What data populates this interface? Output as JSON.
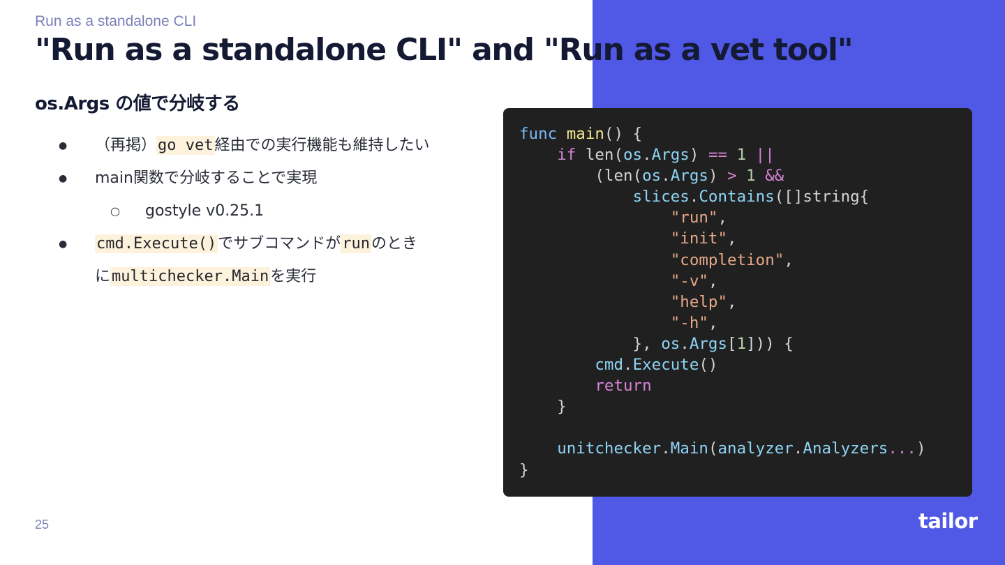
{
  "slide": {
    "section_label": "Run as a standalone CLI",
    "title": "\"Run as a standalone CLI\" and \"Run as a vet tool\"",
    "subheading": "os.Args の値で分岐する",
    "page_number": "25",
    "logo_text": "tailor",
    "accent_color": "#5058e6"
  },
  "bullets": {
    "b1_prefix": "（再掲）",
    "b1_code": "go vet",
    "b1_suffix": "経由での実行機能も維持したい",
    "b2_text": "main関数で分岐することで実現",
    "b2_sub_text": "gostyle v0.25.1",
    "b3_code1": "cmd.Execute()",
    "b3_text1": "でサブコマンドが",
    "b3_code2": "run",
    "b3_text2": "のとき",
    "b3_text3": "に",
    "b3_code3": "multichecker.Main",
    "b3_text4": "を実行"
  },
  "code": {
    "language": "go",
    "lines": [
      "func main() {",
      "    if len(os.Args) == 1 ||",
      "        (len(os.Args) > 1 &&",
      "            slices.Contains([]string{",
      "                \"run\",",
      "                \"init\",",
      "                \"completion\",",
      "                \"-v\",",
      "                \"help\",",
      "                \"-h\",",
      "            }, os.Args[1])) {",
      "        cmd.Execute()",
      "        return",
      "    }",
      "",
      "    unitchecker.Main(analyzer.Analyzers...)",
      "}"
    ]
  }
}
